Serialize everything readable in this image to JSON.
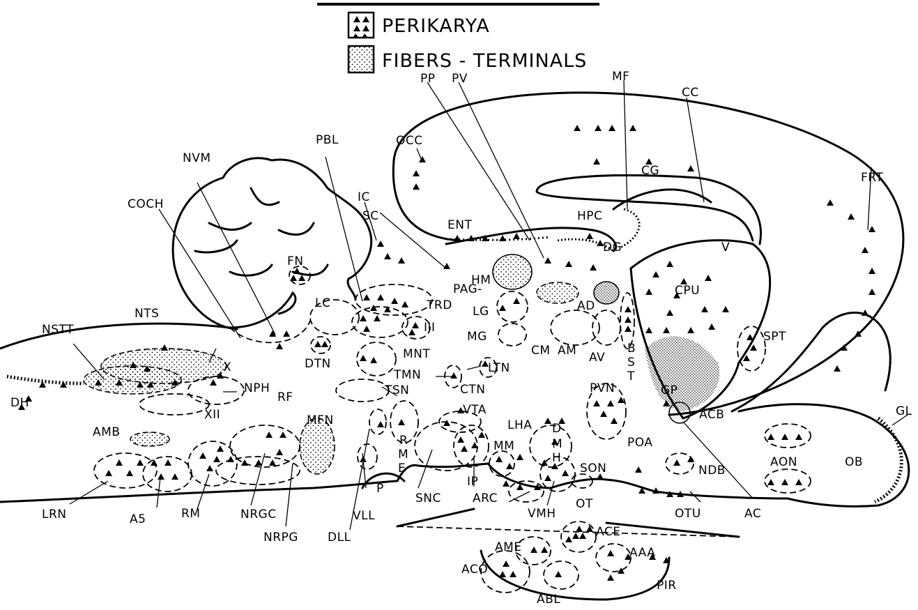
{
  "legend": {
    "perikarya": "PERIKARYA",
    "fibers": "FIBERS - TERMINALS"
  },
  "labels": {
    "NVM": "NVM",
    "PBL": "PBL",
    "OCC": "OCC",
    "PP": "PP",
    "PV": "PV",
    "MF": "MF",
    "CC": "CC",
    "COCH": "COCH",
    "IC": "IC",
    "SC": "SC",
    "ENT": "ENT",
    "HPC": "HPC",
    "CG": "CG",
    "FRT": "FRT",
    "DG": "DG",
    "V": "V",
    "FN": "FN",
    "HM": "HM",
    "PAG": "PAG-",
    "CPU": "CPU",
    "LC": "LC",
    "TRD": "TRD",
    "AD": "AD",
    "NTS": "NTS",
    "LG": "LG",
    "III": "III",
    "NSTT": "NSTT",
    "MG": "MG",
    "CM": "CM",
    "AM": "AM",
    "AV": "AV",
    "B": "B",
    "S": "S",
    "T": "T",
    "SPT": "SPT",
    "DTN": "DTN",
    "MNT": "MNT",
    "X": "X",
    "TMN": "TMN",
    "LTN": "LTN",
    "NPH": "NPH",
    "GP": "GP",
    "DH": "DH",
    "RF": "RF",
    "TSN": "TSN",
    "CTN": "CTN",
    "PVN": "PVN",
    "XII": "XII",
    "VTA": "VTA",
    "ACB": "ACB",
    "GL": "GL",
    "MFN": "MFN",
    "AMB": "AMB",
    "LHA": "LHA",
    "D": "D",
    "M": "M",
    "H": "H",
    "R": "R",
    "ME_M": "M",
    "E": "E",
    "MM": "MM",
    "POA": "POA",
    "AON": "AON",
    "OB": "OB",
    "NDB": "NDB",
    "SON": "SON",
    "P": "P",
    "IP": "IP",
    "LRN": "LRN",
    "A5": "A5",
    "RM": "RM",
    "NRGC": "NRGC",
    "SNC": "SNC",
    "ARC": "ARC",
    "VMH": "VMH",
    "OT": "OT",
    "OTU": "OTU",
    "AC": "AC",
    "VLL": "VLL",
    "NRPG": "NRPG",
    "DLL": "DLL",
    "ACE": "ACE",
    "AME": "AME",
    "AAA": "AAA",
    "ACO": "ACO",
    "PIR": "PIR",
    "ABL": "ABL"
  }
}
